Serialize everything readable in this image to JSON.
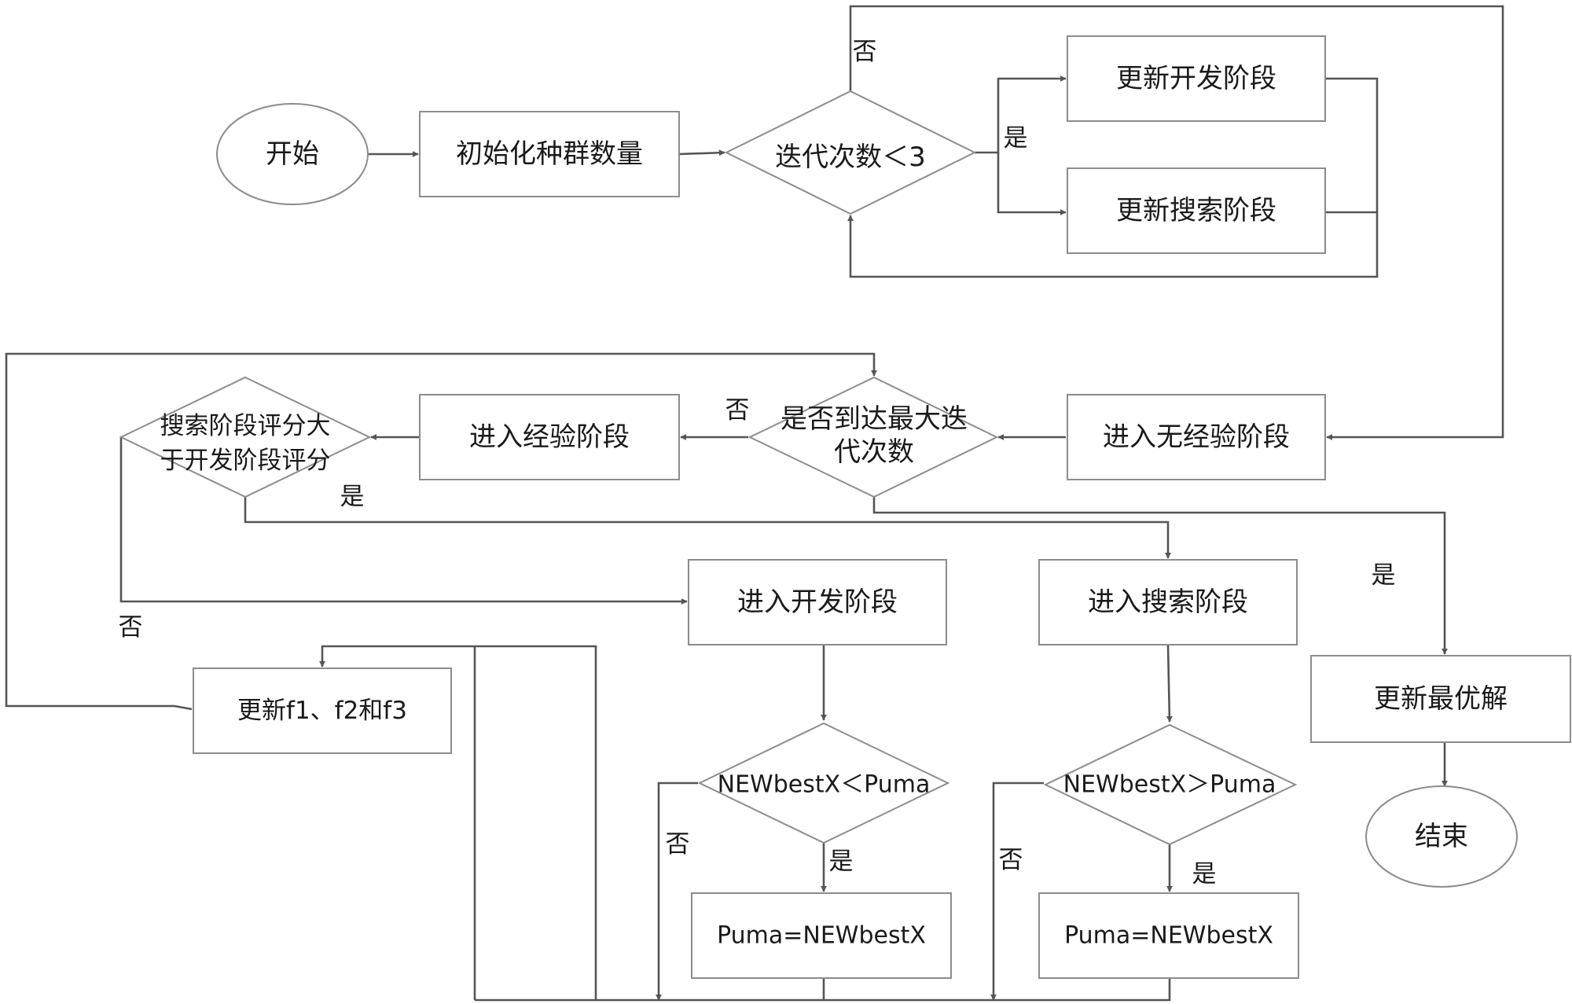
{
  "nodes": {
    "start": "开始",
    "init_population": "初始化种群数量",
    "iteration_check": "迭代次数＜3",
    "update_exploit_stage": "更新开发阶段",
    "update_search_stage": "更新搜索阶段",
    "enter_no_experience": "进入无经验阶段",
    "max_iteration_check": [
      "是否到达最大迭",
      "代次数"
    ],
    "enter_experience": "进入经验阶段",
    "score_compare": [
      "搜索阶段评分大",
      "于开发阶段评分"
    ],
    "enter_exploit": "进入开发阶段",
    "enter_search": "进入搜索阶段",
    "update_f": "更新f1、f2和f3",
    "update_best": "更新最优解",
    "end": "结束",
    "cond_less": "NEWbestX＜Puma",
    "cond_greater": "NEWbestX＞Puma",
    "assign_left": "Puma=NEWbestX",
    "assign_right": "Puma=NEWbestX"
  },
  "edge_labels": {
    "yes": "是",
    "no": "否"
  }
}
